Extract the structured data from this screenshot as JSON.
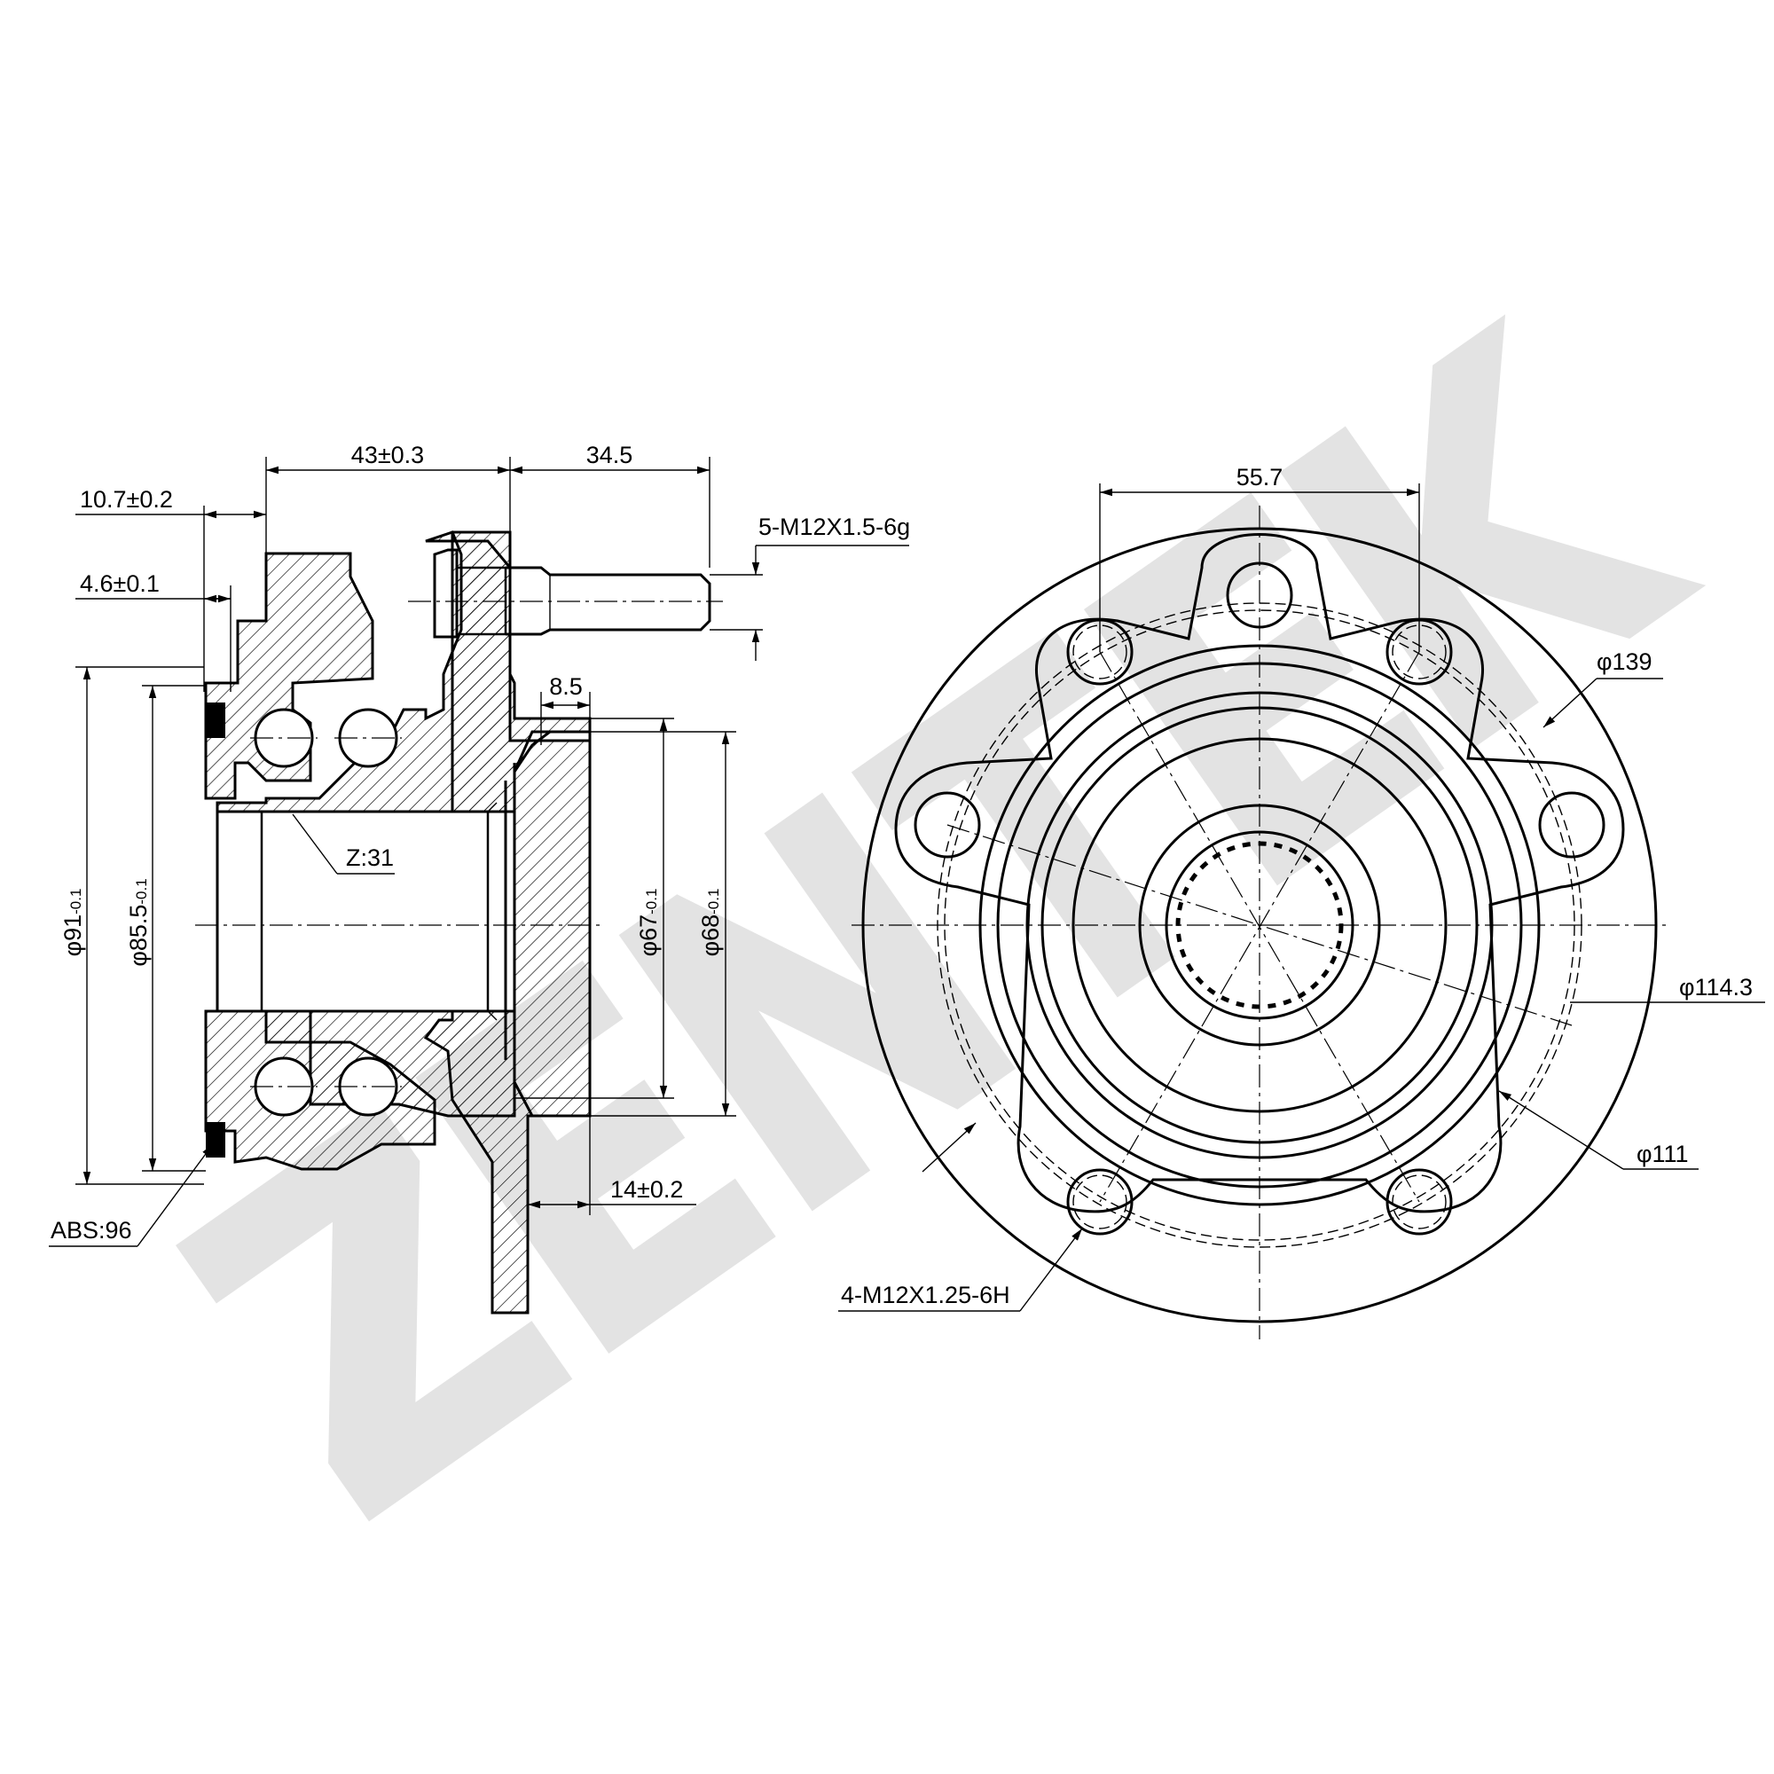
{
  "watermark": {
    "text": "ZENTEK"
  },
  "side_view": {
    "dim_width_total": "43±0.3",
    "dim_stud_length": "34.5",
    "dim_offset_a": "10.7±0.2",
    "dim_offset_b": "4.6±0.1",
    "dim_flange_step": "8.5",
    "dim_thread_stud": "5-M12X1.5-6g",
    "dim_spline": "Z:31",
    "dim_dia_91": {
      "main": "φ91",
      "tol": "-0.1"
    },
    "dim_dia_85": {
      "main": "φ85.5",
      "tol": "-0.1"
    },
    "dim_dia_67": {
      "main": "φ67",
      "tol": "-0.1"
    },
    "dim_dia_68": {
      "main": "φ68",
      "tol": "-0.1"
    },
    "dim_flange_thickness": "14±0.2",
    "dim_abs": "ABS:96"
  },
  "front_view": {
    "dim_hole_spacing": "55.7",
    "dim_dia_139": "φ139",
    "dim_dia_114": "φ114.3",
    "dim_dia_111": "φ111",
    "dim_thread_holes": "4-M12X1.25-6H"
  }
}
